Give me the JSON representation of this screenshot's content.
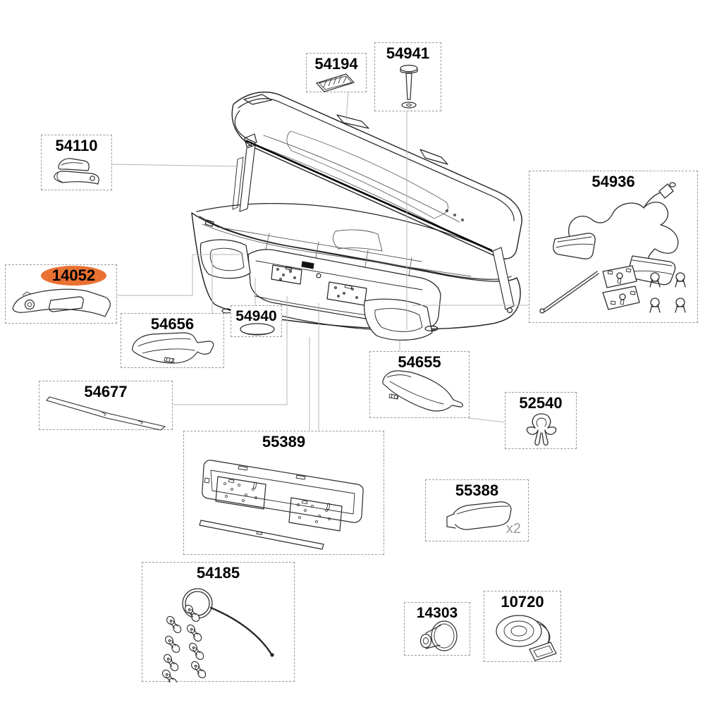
{
  "diagram": {
    "type": "exploded-parts-diagram",
    "highlight": {
      "part": "14052",
      "color": "#E97132"
    },
    "parts": {
      "n54194": {
        "label": "54194"
      },
      "n54941": {
        "label": "54941"
      },
      "n54110": {
        "label": "54110"
      },
      "n14052": {
        "label": "14052",
        "highlighted": true
      },
      "n54656": {
        "label": "54656"
      },
      "n54940": {
        "label": "54940"
      },
      "n54677": {
        "label": "54677"
      },
      "n54936": {
        "label": "54936"
      },
      "n54655": {
        "label": "54655"
      },
      "n52540": {
        "label": "52540"
      },
      "n55389": {
        "label": "55389"
      },
      "n55388": {
        "label": "55388",
        "quantity_note": "x2"
      },
      "n54185": {
        "label": "54185"
      },
      "n14303": {
        "label": "14303"
      },
      "n10720": {
        "label": "10720"
      }
    }
  }
}
